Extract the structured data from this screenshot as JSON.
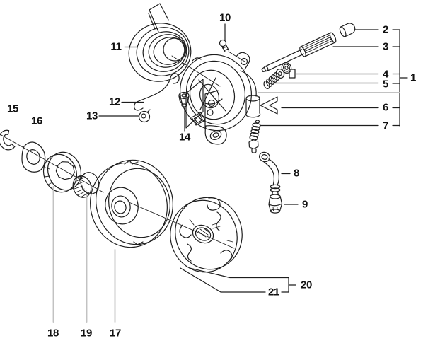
{
  "colors": {
    "background": "#ffffff",
    "line": "#1d1d1d",
    "leader_gray": "#c2c2c2",
    "label_text": "#111111"
  },
  "callouts": {
    "c1": {
      "label": "1"
    },
    "c2": {
      "label": "2"
    },
    "c3": {
      "label": "3"
    },
    "c4": {
      "label": "4"
    },
    "c5": {
      "label": "5"
    },
    "c6": {
      "label": "6"
    },
    "c7": {
      "label": "7"
    },
    "c8": {
      "label": "8"
    },
    "c9": {
      "label": "9"
    },
    "c10": {
      "label": "10"
    },
    "c11": {
      "label": "11"
    },
    "c12": {
      "label": "12"
    },
    "c13": {
      "label": "13"
    },
    "c14": {
      "label": "14"
    },
    "c15": {
      "label": "15"
    },
    "c16": {
      "label": "16"
    },
    "c17": {
      "label": "17"
    },
    "c18": {
      "label": "18"
    },
    "c19": {
      "label": "19"
    },
    "c20": {
      "label": "20"
    },
    "c21": {
      "label": "21"
    }
  }
}
